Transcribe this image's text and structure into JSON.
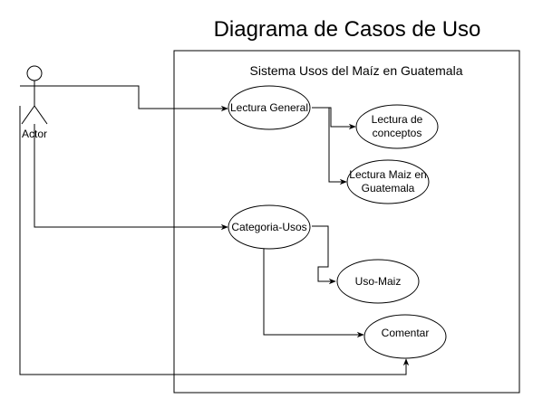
{
  "diagram": {
    "title": "Diagrama de Casos de Uso",
    "system_label": "Sistema Usos del Maíz  en Guatemala",
    "actor_label": "Actor",
    "use_cases": {
      "lectura_general": "Lectura General",
      "lectura_conceptos": [
        "Lectura de",
        "conceptos"
      ],
      "lectura_maiz": [
        "Lectura Maiz en",
        "Guatemala"
      ],
      "categoria_usos": "Categoria-Usos",
      "uso_maiz": "Uso-Maiz",
      "comentar": "Comentar"
    }
  }
}
